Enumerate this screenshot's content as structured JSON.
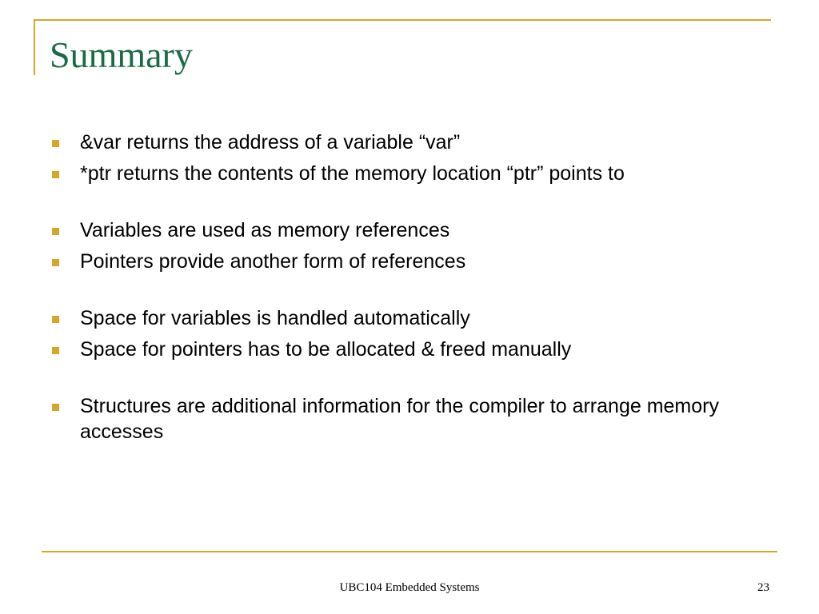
{
  "slide": {
    "title": "Summary",
    "bullets": [
      {
        "text": "&var returns the address of a variable “var”"
      },
      {
        "text": "*ptr returns the contents of the memory location “ptr” points to"
      },
      {
        "text": "Variables are used as memory references"
      },
      {
        "text": "Pointers provide another form of references"
      },
      {
        "text": "Space for variables is handled automatically"
      },
      {
        "text": "Space for pointers has to be allocated & freed manually"
      },
      {
        "text": "Structures are additional information for the compiler to arrange memory accesses"
      }
    ],
    "footer": "UBC104 Embedded Systems",
    "page_number": "23"
  },
  "colors": {
    "accent": "#d4a62a",
    "title": "#1a6b45",
    "text": "#000000"
  }
}
